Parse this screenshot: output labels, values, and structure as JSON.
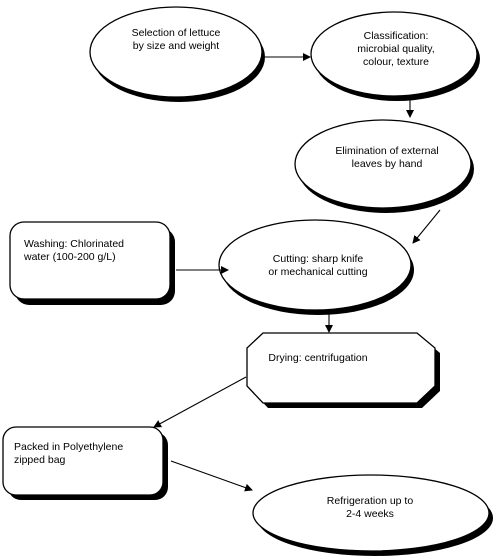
{
  "nodes": {
    "selection": "Selection of lettuce\nby size and weight",
    "classification": "Classification:\nmicrobial quality,\ncolour, texture",
    "elimination": "Elimination of external\nleaves by hand",
    "washing": "Washing: Chlorinated\nwater (100-200 g/L)",
    "cutting": "Cutting: sharp knife\nor mechanical cutting",
    "drying": "Drying: centrifugation",
    "packed": "Packed in Polyethylene\nzipped bag",
    "refrigeration": "Refrigeration up to\n2-4 weeks"
  },
  "colors": {
    "stroke": "#000000",
    "shadow": "#000000",
    "fill": "#ffffff"
  }
}
